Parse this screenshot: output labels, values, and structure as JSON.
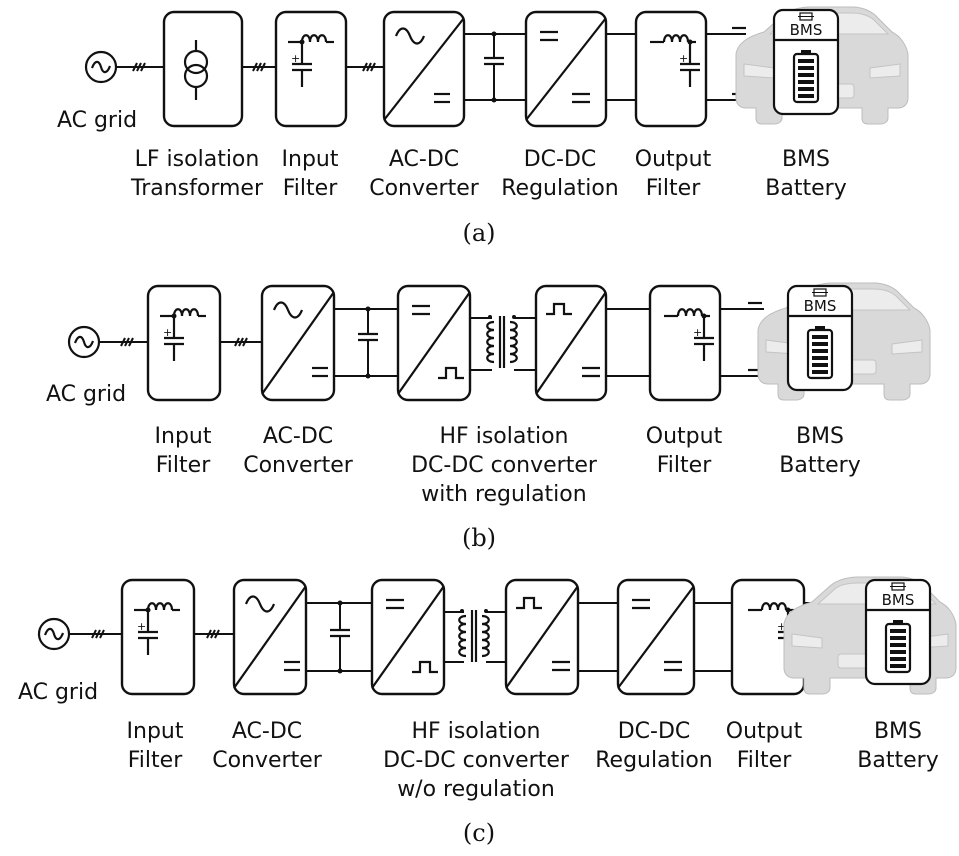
{
  "diagrams": [
    {
      "caption": "(a)",
      "source_label": "AC grid",
      "blocks": [
        {
          "line1": "LF isolation",
          "line2": "Transformer",
          "line3": ""
        },
        {
          "line1": "Input",
          "line2": "Filter",
          "line3": ""
        },
        {
          "line1": "AC-DC",
          "line2": "Converter",
          "line3": ""
        },
        {
          "line1": "DC-DC",
          "line2": "Regulation",
          "line3": ""
        },
        {
          "line1": "Output",
          "line2": "Filter",
          "line3": ""
        },
        {
          "line1": "BMS",
          "line2": "Battery",
          "line3": ""
        }
      ],
      "bms_label": "BMS"
    },
    {
      "caption": "(b)",
      "source_label": "AC grid",
      "blocks": [
        {
          "line1": "Input",
          "line2": "Filter",
          "line3": ""
        },
        {
          "line1": "AC-DC",
          "line2": "Converter",
          "line3": ""
        },
        {
          "line1": "HF isolation",
          "line2": "DC-DC converter",
          "line3": "with regulation"
        },
        {
          "line1": "Output",
          "line2": "Filter",
          "line3": ""
        },
        {
          "line1": "BMS",
          "line2": "Battery",
          "line3": ""
        }
      ],
      "bms_label": "BMS"
    },
    {
      "caption": "(c)",
      "source_label": "AC grid",
      "blocks": [
        {
          "line1": "Input",
          "line2": "Filter",
          "line3": ""
        },
        {
          "line1": "AC-DC",
          "line2": "Converter",
          "line3": ""
        },
        {
          "line1": "HF isolation",
          "line2": "DC-DC converter",
          "line3": "w/o regulation"
        },
        {
          "line1": "DC-DC",
          "line2": "Regulation",
          "line3": ""
        },
        {
          "line1": "Output",
          "line2": "Filter",
          "line3": ""
        },
        {
          "line1": "BMS",
          "line2": "Battery",
          "line3": ""
        }
      ],
      "bms_label": "BMS"
    }
  ]
}
